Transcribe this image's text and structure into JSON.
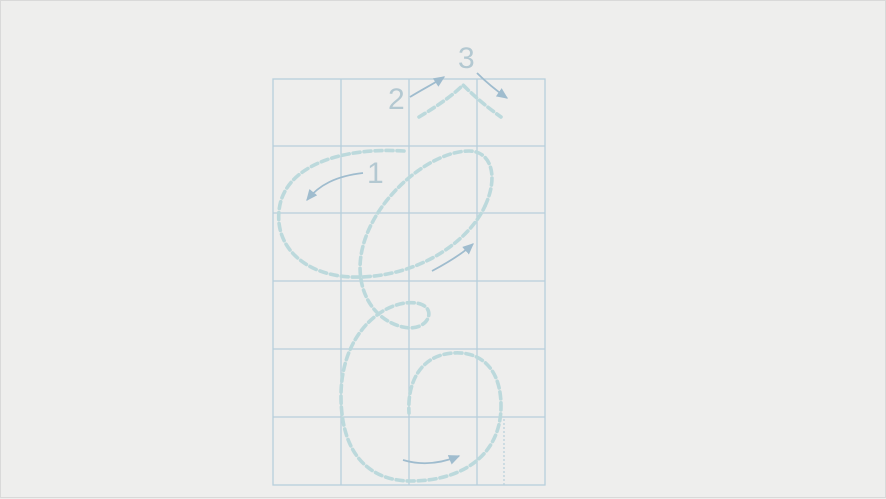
{
  "worksheet": {
    "colors": {
      "background": "#eeeeed",
      "grid": "#b7cfdc",
      "trace": "#bcd9dc",
      "arrow": "#9fbcce",
      "number": "#b3c8d1"
    },
    "stroke_numbers": [
      "1",
      "2",
      "3"
    ]
  }
}
